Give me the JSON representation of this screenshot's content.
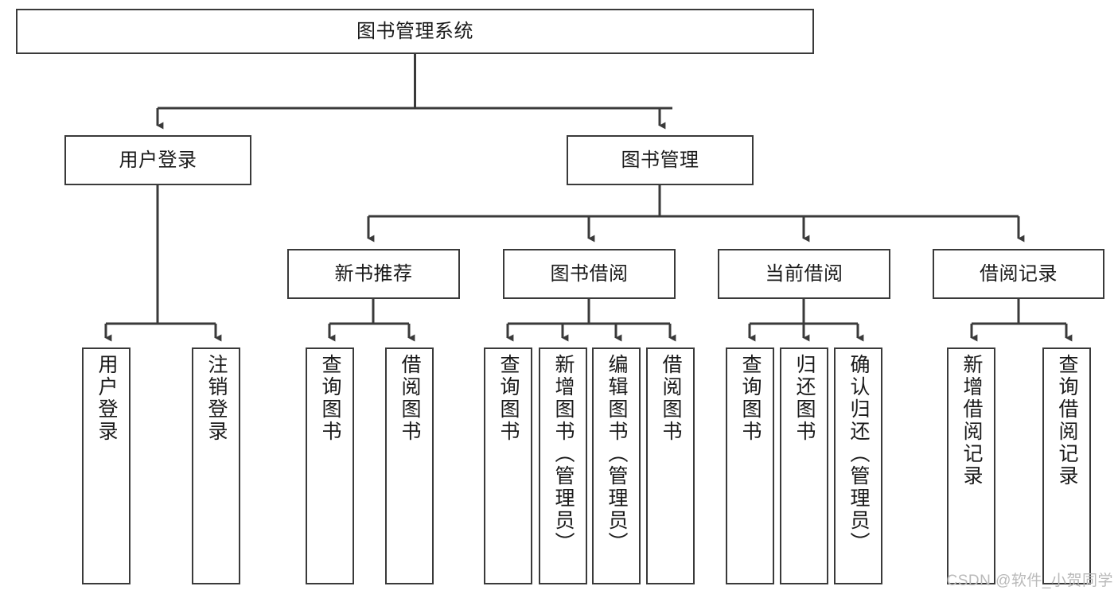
{
  "diagram": {
    "title": "图书管理系统",
    "watermark": "CSDN @软件_小贺同学",
    "root": {
      "label": "图书管理系统"
    },
    "level2": [
      {
        "label": "用户登录"
      },
      {
        "label": "图书管理"
      }
    ],
    "level3": [
      {
        "label": "新书推荐"
      },
      {
        "label": "图书借阅"
      },
      {
        "label": "当前借阅"
      },
      {
        "label": "借阅记录"
      }
    ],
    "leaves": {
      "user_login": [
        {
          "label": "用户登录"
        },
        {
          "label": "注销登录"
        }
      ],
      "new_book_recommend": [
        {
          "label": "查询图书"
        },
        {
          "label": "借阅图书"
        }
      ],
      "book_borrow": [
        {
          "label": "查询图书"
        },
        {
          "label": "新增图书（管理员）"
        },
        {
          "label": "编辑图书（管理员）"
        },
        {
          "label": "借阅图书"
        }
      ],
      "current_borrow": [
        {
          "label": "查询图书"
        },
        {
          "label": "归还图书"
        },
        {
          "label": "确认归还（管理员）"
        }
      ],
      "borrow_record": [
        {
          "label": "新增借阅记录"
        },
        {
          "label": "查询借阅记录"
        }
      ]
    },
    "colors": {
      "stroke": "#3a3a3a",
      "text": "#1a1a1a",
      "background": "#ffffff",
      "watermark": "#b9b9b9"
    }
  }
}
